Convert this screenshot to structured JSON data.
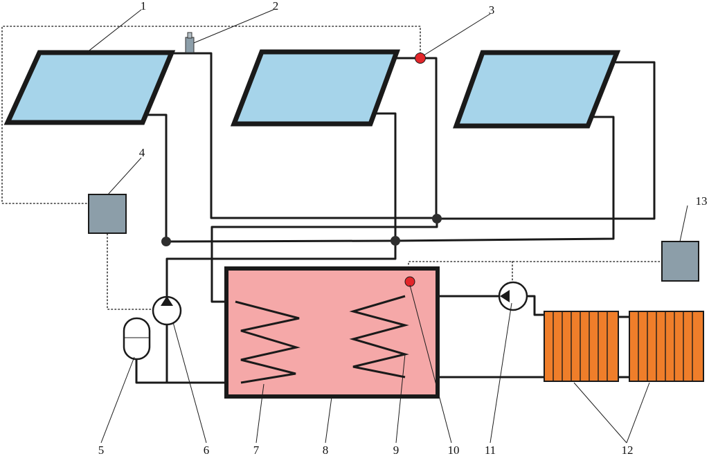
{
  "labels": {
    "l1": "1",
    "l2": "2",
    "l3": "3",
    "l4": "4",
    "l5": "5",
    "l6": "6",
    "l7": "7",
    "l8": "8",
    "l9": "9",
    "l10": "10",
    "l11": "11",
    "l12": "12",
    "l13": "13"
  },
  "colors": {
    "collector_fill": "#a6d4ea",
    "tank_fill": "#f5a8a8",
    "controller_fill": "#8c9ea9",
    "sensor_fill": "#e3262a",
    "radiator_fill": "#ef7e2a",
    "line": "#1a1a1a"
  }
}
